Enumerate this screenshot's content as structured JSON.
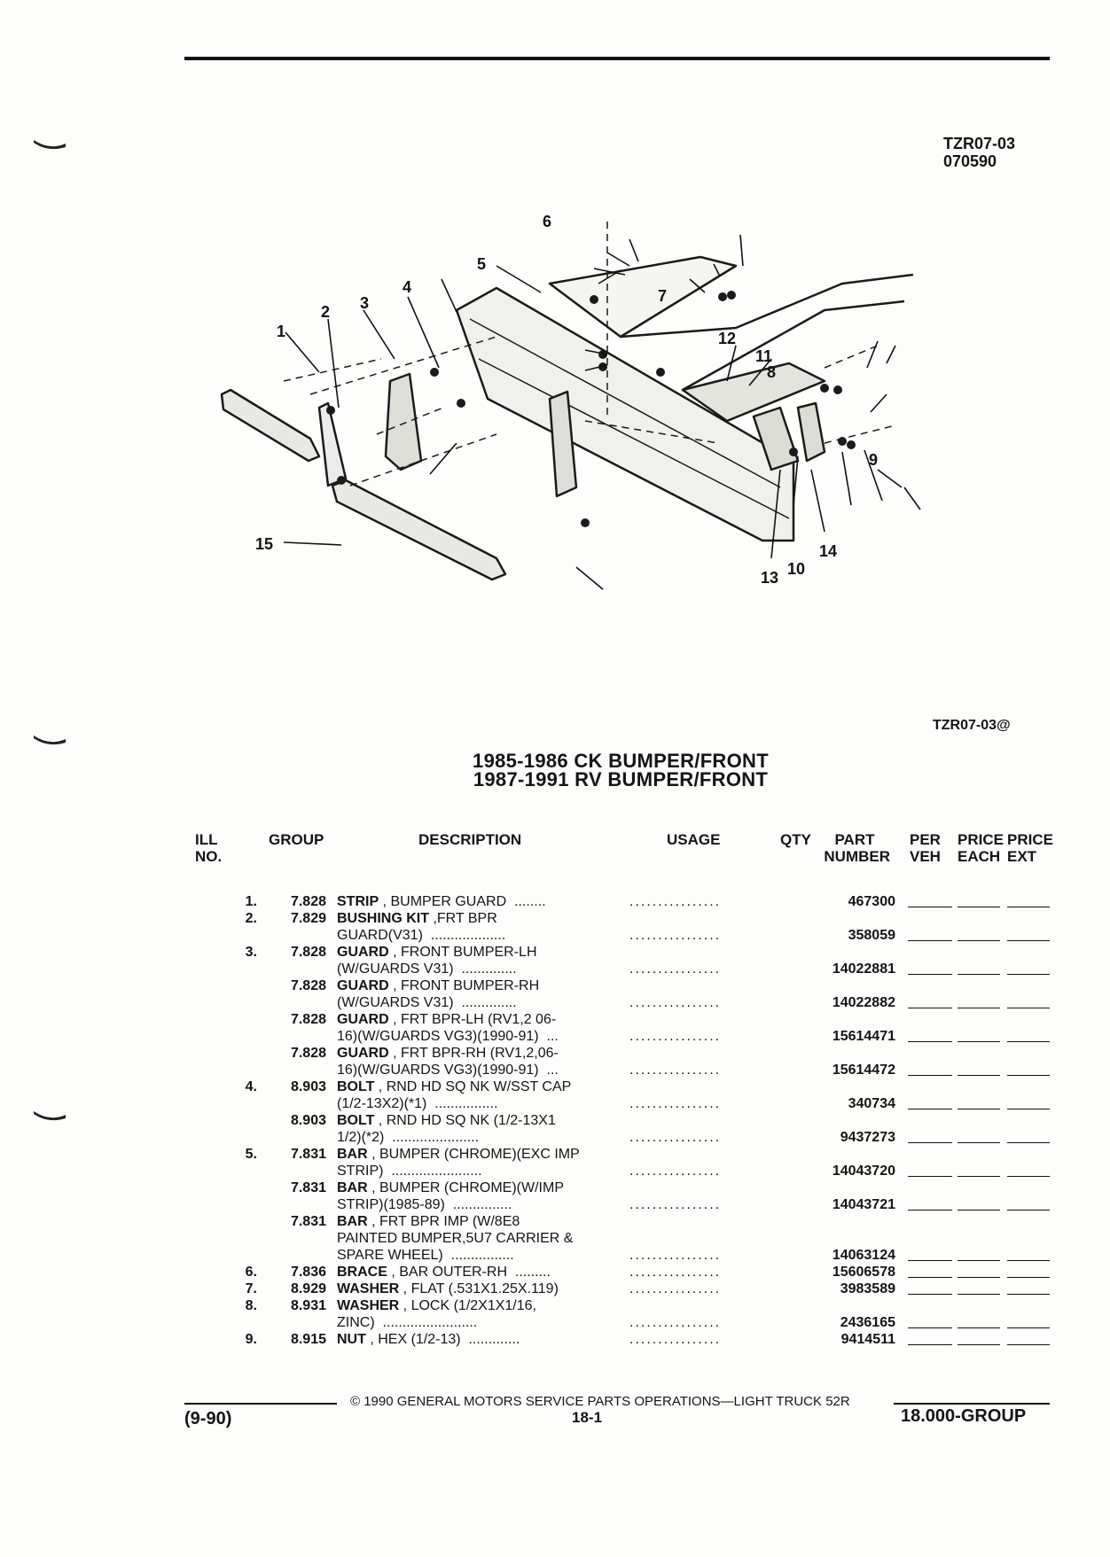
{
  "header": {
    "doc_code": "TZR07-03",
    "doc_date": "070590"
  },
  "diagram": {
    "reference": "TZR07-03@",
    "callouts": [
      "1",
      "2",
      "3",
      "4",
      "5",
      "6",
      "7",
      "8",
      "9",
      "10",
      "11",
      "12",
      "13",
      "14",
      "15"
    ]
  },
  "title": {
    "line1": "1985-1986 CK BUMPER/FRONT",
    "line2": "1987-1991 RV BUMPER/FRONT"
  },
  "columns": {
    "ill": "ILL",
    "ill2": "NO.",
    "group": "GROUP",
    "description": "DESCRIPTION",
    "usage": "USAGE",
    "qty": "QTY",
    "part": "PART",
    "part2": "NUMBER",
    "per": "PER",
    "per2": "VEH",
    "price_each": "PRICE",
    "price_each2": "EACH",
    "price_ext": "PRICE",
    "price_ext2": "EXT"
  },
  "parts": [
    {
      "ill": "1.",
      "group": "7.828",
      "name": "STRIP",
      "desc": [
        " , BUMPER GUARD  ........"
      ],
      "part": "467300"
    },
    {
      "ill": "2.",
      "group": "7.829",
      "name": "BUSHING KIT",
      "desc": [
        " ,FRT BPR",
        "GUARD(V31)  ..................."
      ],
      "part": "358059"
    },
    {
      "ill": "3.",
      "group": "7.828",
      "name": "GUARD",
      "desc": [
        " , FRONT BUMPER-LH",
        "(W/GUARDS V31)  .............."
      ],
      "part": "14022881"
    },
    {
      "ill": "",
      "group": "7.828",
      "name": "GUARD",
      "desc": [
        " , FRONT BUMPER-RH",
        "(W/GUARDS V31)  .............."
      ],
      "part": "14022882"
    },
    {
      "ill": "",
      "group": "7.828",
      "name": "GUARD",
      "desc": [
        " , FRT BPR-LH (RV1,2 06-",
        "16)(W/GUARDS VG3)(1990-91)  ..."
      ],
      "part": "15614471"
    },
    {
      "ill": "",
      "group": "7.828",
      "name": "GUARD",
      "desc": [
        " , FRT BPR-RH (RV1,2,06-",
        "16)(W/GUARDS VG3)(1990-91)  ..."
      ],
      "part": "15614472"
    },
    {
      "ill": "4.",
      "group": "8.903",
      "name": "BOLT",
      "desc": [
        " , RND HD SQ NK W/SST CAP",
        "(1/2-13X2)(*1)  ................"
      ],
      "part": "340734"
    },
    {
      "ill": "",
      "group": "8.903",
      "name": "BOLT",
      "desc": [
        " , RND HD SQ NK (1/2-13X1",
        "1/2)(*2)  ......................"
      ],
      "part": "9437273"
    },
    {
      "ill": "5.",
      "group": "7.831",
      "name": "BAR",
      "desc": [
        " , BUMPER (CHROME)(EXC IMP",
        "STRIP)  ......................."
      ],
      "part": "14043720"
    },
    {
      "ill": "",
      "group": "7.831",
      "name": "BAR",
      "desc": [
        " , BUMPER (CHROME)(W/IMP",
        "STRIP)(1985-89)  ..............."
      ],
      "part": "14043721"
    },
    {
      "ill": "",
      "group": "7.831",
      "name": "BAR",
      "desc": [
        " , FRT BPR IMP (W/8E8",
        "PAINTED BUMPER,5U7 CARRIER &",
        "SPARE WHEEL)  ................"
      ],
      "part": "14063124"
    },
    {
      "ill": "6.",
      "group": "7.836",
      "name": "BRACE",
      "desc": [
        " , BAR OUTER-RH  ........."
      ],
      "part": "15606578"
    },
    {
      "ill": "7.",
      "group": "8.929",
      "name": "WASHER",
      "desc": [
        " , FLAT (.531X1.25X.119)"
      ],
      "part": "3983589"
    },
    {
      "ill": "8.",
      "group": "8.931",
      "name": "WASHER",
      "desc": [
        " , LOCK (1/2X1X1/16,",
        "ZINC)  ........................"
      ],
      "part": "2436165"
    },
    {
      "ill": "9.",
      "group": "8.915",
      "name": "NUT",
      "desc": [
        " , HEX (1/2-13)  ............."
      ],
      "part": "9414511"
    }
  ],
  "usage_dots": "................",
  "footer": {
    "copyright": "© 1990 GENERAL MOTORS SERVICE PARTS OPERATIONS—LIGHT TRUCK 52R",
    "date": "(9-90)",
    "page": "18-1",
    "group": "18.000-GROUP"
  }
}
